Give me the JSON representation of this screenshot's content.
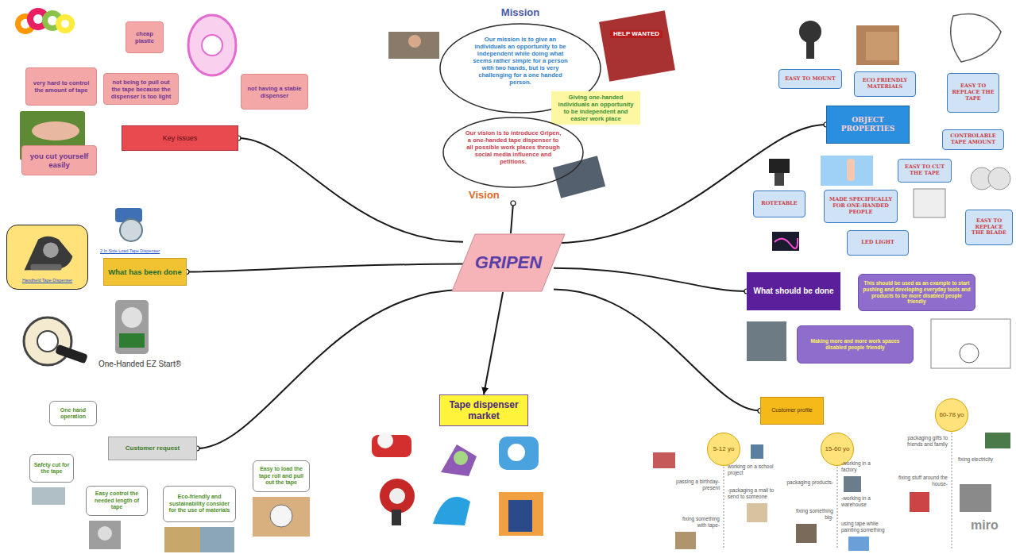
{
  "diagram": {
    "nodes": [
      {
        "text": [
          "GRIPEN"
        ]
      },
      {
        "text": [
          "Mission",
          "Our mission is to give an individuals an opportunity to be independent while doing what seems rather simple for a person with two hands, but is very challenging for a one handed person."
        ]
      },
      {
        "text": [
          "Giving one-handed individuals an opportunity to be independent and easier work place"
        ]
      },
      {
        "text": [
          "Our vision is to introduce Gripen, a one-handed tape dispenser to all possible work places through social media influence and petitions.",
          "Vision"
        ]
      },
      {
        "text": [
          "Key issues"
        ]
      },
      {
        "text": [
          "cheap plastic"
        ]
      },
      {
        "text": [
          "very hard to control the amount of tape"
        ]
      },
      {
        "text": [
          "not being to pull out the tape because the dispenser is too light"
        ]
      },
      {
        "text": [
          "not having a stable dispenser"
        ]
      },
      {
        "text": [
          "you cut yourself easily"
        ]
      },
      {
        "text": [
          "What has been done"
        ]
      },
      {
        "text": [
          "Handheld Tape Dispenser"
        ]
      },
      {
        "text": [
          "Customer request"
        ]
      },
      {
        "text": [
          "One hand operation"
        ]
      },
      {
        "text": [
          "Safety cut for the tape"
        ]
      },
      {
        "text": [
          "Easy control the needed length of tape"
        ]
      },
      {
        "text": [
          "Eco-friendly and sustainability consider for the use of materials"
        ]
      },
      {
        "text": [
          "Easy to load the tape roll and pull out the tape"
        ]
      },
      {
        "text": [
          "Tape dispenser market"
        ]
      },
      {
        "text": [
          "Customer profile"
        ]
      },
      {
        "text": [
          "5-12 yo"
        ]
      },
      {
        "text": [
          "15-60 yo"
        ]
      },
      {
        "text": [
          "60-78 yo"
        ]
      },
      {
        "text": [
          "What should be done"
        ]
      },
      {
        "text": [
          "This should be used as an example to start pushing and developing everyday tools and products to be more disabled people friendly"
        ]
      },
      {
        "text": [
          "Making more and more work spaces disabled people friendly"
        ]
      },
      {
        "text": [
          "OBJECT PROPERTIES"
        ]
      },
      {
        "text": [
          "EASY TO MOUNT"
        ]
      },
      {
        "text": [
          "ECO FRIENDLY MATERIALS"
        ]
      },
      {
        "text": [
          "EASY TO REPLACE THE TAPE"
        ]
      },
      {
        "text": [
          "CONTROLABLE TAPE AMOUNT"
        ]
      },
      {
        "text": [
          "EASY TO CUT THE TAPE"
        ]
      },
      {
        "text": [
          "ROTETABLE"
        ]
      },
      {
        "text": [
          "MADE SPECIFICALLY FOR ONE-HANDED PEOPLE"
        ]
      },
      {
        "text": [
          "LED LIGHT"
        ]
      },
      {
        "text": [
          "EASY TO REPLACE THE BLADE"
        ]
      }
    ],
    "edges": [
      {
        "from": 0,
        "to": 3,
        "arrow": "none"
      },
      {
        "from": 0,
        "to": 4,
        "arrow": "none"
      },
      {
        "from": 0,
        "to": 10,
        "arrow": "none"
      },
      {
        "from": 0,
        "to": 12,
        "arrow": "none"
      },
      {
        "from": 0,
        "to": 18,
        "arrow": "to"
      },
      {
        "from": 0,
        "to": 19,
        "arrow": "none"
      },
      {
        "from": 0,
        "to": 23,
        "arrow": "none"
      },
      {
        "from": 0,
        "to": 26,
        "arrow": "none"
      }
    ],
    "labels": [
      "HELP WANTED",
      "2 In Side Load Tape Dispenser",
      "One-Handed EZ Start®",
      "passing a birthday-present",
      "working on a school project",
      "-packaging a mail to send to someone",
      "fixing something with tape-",
      "packaging products-",
      "-working in a factory",
      "-working in a warehouse",
      "fixing something big-",
      "using tape while painting something",
      "packaging gifts to friends and family",
      "fixing stuff around the house-",
      "fixing electricity",
      "miro"
    ]
  }
}
